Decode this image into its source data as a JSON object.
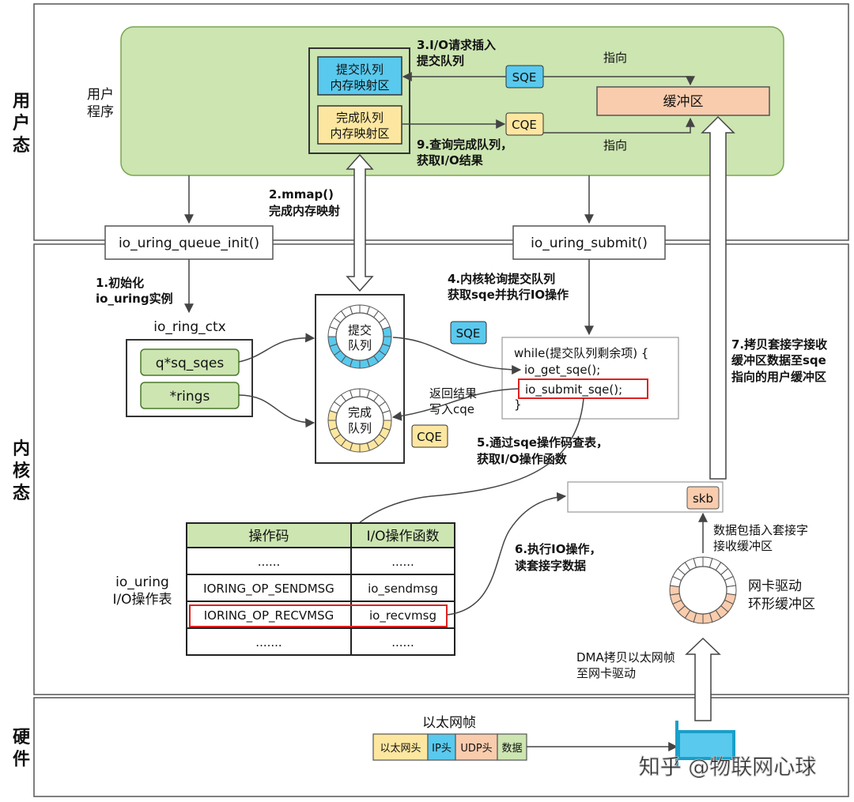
{
  "layers": {
    "user": "用户态",
    "kernel": "内核态",
    "hardware": "硬件"
  },
  "user_program": [
    "用户",
    "程序"
  ],
  "sq_mapping": [
    "提交队列",
    "内存映射区"
  ],
  "cq_mapping": [
    "完成队列",
    "内存映射区"
  ],
  "sqe": "SQE",
  "cqe": "CQE",
  "buffer": "缓冲区",
  "points_to": "指向",
  "steps": {
    "s1": [
      "1.初始化",
      "io_uring实例"
    ],
    "s2": [
      "2.mmap()",
      "完成内存映射"
    ],
    "s3": [
      "3.I/O请求插入",
      "提交队列"
    ],
    "s4": [
      "4.内核轮询提交队列",
      "获取sqe并执行IO操作"
    ],
    "s5": [
      "5.通过sqe操作码查表，",
      "获取I/O操作函数"
    ],
    "s6": [
      "6.执行IO操作，",
      "读套接字数据"
    ],
    "s7": [
      "7.拷贝套接字接收",
      "缓冲区数据至sqe",
      "指向的用户缓冲区"
    ],
    "s9": [
      "9.查询完成队列，",
      "获取I/O结果"
    ]
  },
  "functions": {
    "queue_init": "io_uring_queue_init()",
    "submit": "io_uring_submit()"
  },
  "ring_ctx": {
    "label": "io_ring_ctx",
    "fields": [
      "q*sq_sqes",
      "*rings"
    ]
  },
  "rings": {
    "submit": [
      "提交",
      "队列"
    ],
    "complete": [
      "完成",
      "队列"
    ]
  },
  "code": [
    "while(提交队列剩余项) {",
    "io_get_sqe();",
    "io_submit_sqe();",
    "}"
  ],
  "return_result": [
    "返回结果",
    "写入cqe"
  ],
  "skb": "skb",
  "packet_insert": [
    "数据包插入套接字",
    "接收缓冲区"
  ],
  "nic_ring": [
    "网卡驱动",
    "环形缓冲区"
  ],
  "dma": [
    "DMA拷贝以太网帧",
    "至网卡驱动"
  ],
  "ops_table": {
    "label": [
      "io_uring",
      "I/O操作表"
    ],
    "headers": [
      "操作码",
      "I/O操作函数"
    ],
    "rows": [
      [
        "......",
        "......"
      ],
      [
        "IORING_OP_SENDMSG",
        "io_sendmsg"
      ],
      [
        "IORING_OP_RECVMSG",
        "io_recvmsg"
      ],
      [
        ".......",
        "......"
      ]
    ]
  },
  "ethernet_frame": {
    "label": "以太网帧",
    "parts": [
      "以太网头",
      "IP头",
      "UDP头",
      "数据"
    ]
  },
  "watermark": "知乎 @物联网心球",
  "colors": {
    "user_area": "#cce5b1",
    "sq_blue": "#59c9ee",
    "cq_yellow": "#fde7a0",
    "buffer_orange": "#f9ccad",
    "field_green": "#cce5b1",
    "highlight_red": "#e02020"
  }
}
